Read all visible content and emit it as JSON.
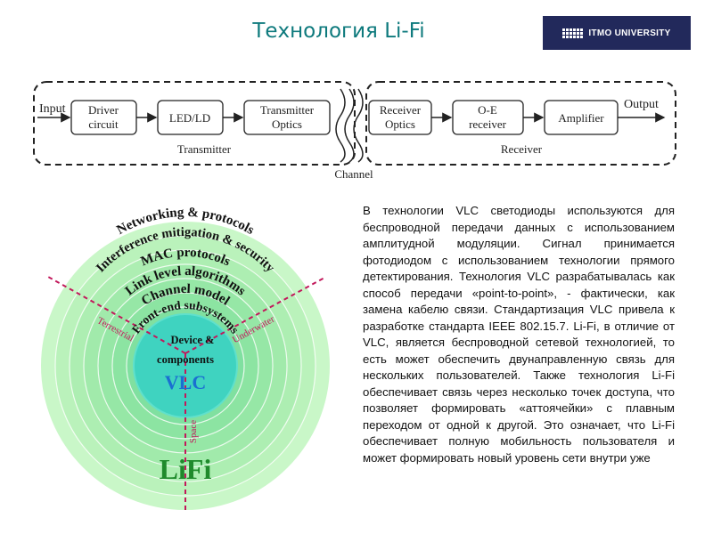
{
  "slide": {
    "title": "Технология Li-Fi",
    "logo_text": "ITMO UNIVERSITY"
  },
  "block_diagram": {
    "input_label": "Input",
    "output_label": "Output",
    "channel_label": "Channel",
    "transmitter": {
      "label": "Transmitter",
      "blocks": [
        {
          "line1": "Driver",
          "line2": "circuit"
        },
        {
          "line1": "LED/LD",
          "line2": ""
        },
        {
          "line1": "Transmitter",
          "line2": "Optics"
        }
      ]
    },
    "receiver": {
      "label": "Receiver",
      "blocks": [
        {
          "line1": "Receiver",
          "line2": "Optics"
        },
        {
          "line1": "O-E",
          "line2": "receiver"
        },
        {
          "line1": "Amplifier",
          "line2": ""
        }
      ]
    }
  },
  "wheel": {
    "rings": [
      "Networking & protocols",
      "Interference mitigation & security",
      "MAC protocols",
      "Link level algorithms",
      "Channel model",
      "Front-end subsystems"
    ],
    "core_line1": "Device &",
    "core_line2": "components",
    "vlc_label": "VLC",
    "lifi_label": "LiFi",
    "sectors": [
      "Terrestrial",
      "Underwater",
      "Space"
    ]
  },
  "body_text": "В технологии VLC светодиоды используются для беспроводной передачи данных с использованием амплитудной модуляции. Сигнал принимается фотодиодом с использованием технологии прямого детектирования. Технология VLC разрабатывалась как способ передачи «point-to-point», - фактически, как замена кабелю связи. Стандартизация VLC привела к разработке стандарта IEEE 802.15.7. Li-Fi, в отличие от VLC, является беспроводной сетевой технологией, то есть может обеспечить двунаправленную связь для нескольких пользователей. Также технология Li-Fi обеспечивает связь через несколько точек доступа, что позволяет формировать «аттоячейки» с плавным переходом от одной к другой. Это означает, что Li-Fi обеспечивает полную мобильность пользователя и может формировать новый уровень сети внутри уже",
  "colors": {
    "title": "#0e7a7d",
    "logo_bg": "#22295b",
    "ring_outer": "#c6f6c6",
    "ring_inner": "#8fe8a3",
    "core": "#3fd3c0",
    "vlc": "#1a6fd1",
    "lifi": "#1f8a2c",
    "sector_line": "#c2185b"
  }
}
